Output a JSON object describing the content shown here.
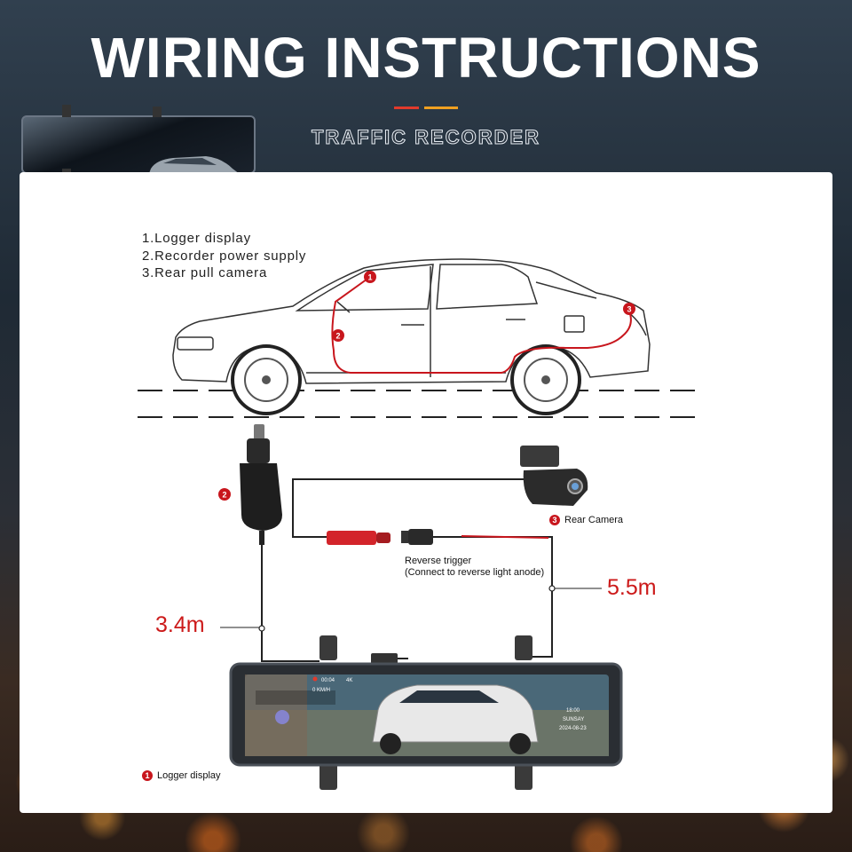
{
  "header": {
    "title": "WIRING INSTRUCTIONS",
    "subtitle": "TRAFFIC RECORDER"
  },
  "legend": {
    "items": [
      "1.Logger display",
      "2.Recorder power supply",
      "3.Rear pull camera"
    ]
  },
  "markers": {
    "one": "1",
    "two": "2",
    "three": "3"
  },
  "components": {
    "rear_camera": "Rear Camera",
    "reverse_trigger": "Reverse trigger",
    "reverse_trigger_note": "(Connect to reverse light anode)",
    "logger_display": "Logger display"
  },
  "lengths": {
    "power_cable": "3.4m",
    "camera_cable": "5.5m"
  },
  "screen": {
    "top_left_time": "00:04",
    "resolution": "4K",
    "speed": "0 KM/H",
    "clock": "18:00",
    "day": "SUNSAY",
    "date": "2024-08-23"
  },
  "colors": {
    "accent_red": "#c8161d",
    "label_red": "#cc1a1a",
    "accent_orange": "#f0a020"
  }
}
